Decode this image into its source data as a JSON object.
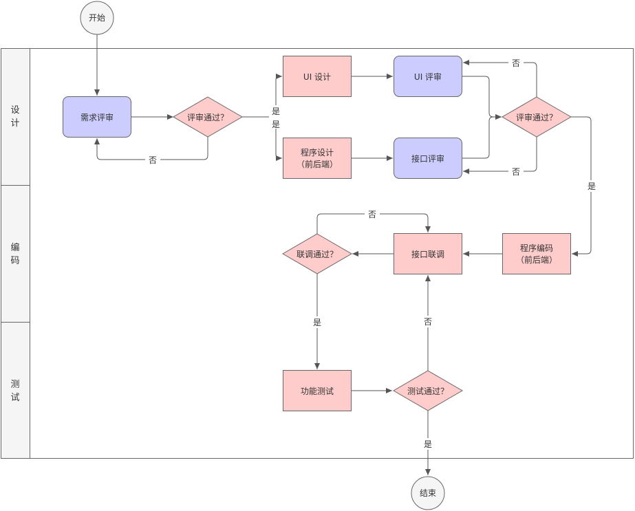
{
  "lanes": [
    {
      "id": "design",
      "label_lines": [
        "设",
        "计"
      ]
    },
    {
      "id": "coding",
      "label_lines": [
        "编",
        "码"
      ]
    },
    {
      "id": "testing",
      "label_lines": [
        "测",
        "试"
      ]
    }
  ],
  "nodes": {
    "start": {
      "lines": [
        "开始"
      ]
    },
    "req_review": {
      "lines": [
        "需求评审"
      ]
    },
    "review_pass_1": {
      "lines": [
        "评审通过？"
      ]
    },
    "ui_design": {
      "lines": [
        "UI 设计"
      ]
    },
    "prog_design": {
      "lines": [
        "程序设计",
        "（前后端）"
      ]
    },
    "ui_review": {
      "lines": [
        "UI 评审"
      ]
    },
    "api_review": {
      "lines": [
        "接口评审"
      ]
    },
    "review_pass_2": {
      "lines": [
        "评审通过？"
      ]
    },
    "prog_coding": {
      "lines": [
        "程序编码",
        "（前后端）"
      ]
    },
    "api_integration": {
      "lines": [
        "接口联调"
      ]
    },
    "integration_pass": {
      "lines": [
        "联调通过？"
      ]
    },
    "func_test": {
      "lines": [
        "功能测试"
      ]
    },
    "test_pass": {
      "lines": [
        "测试通过？"
      ]
    },
    "end": {
      "lines": [
        "结束"
      ]
    }
  },
  "edge_labels": {
    "review1_no": "否",
    "review1_yes_top": "是",
    "review1_yes_bottom": "是",
    "review2_no_top": "否",
    "review2_no_bottom": "否",
    "review2_yes": "是",
    "integration_no": "否",
    "integration_yes": "是",
    "test_no": "否",
    "test_yes": "是"
  },
  "colors": {
    "review_fill": "#ccccff",
    "task_fill": "#ffcccc",
    "terminal_fill": "#f5f5f5",
    "lane_header_fill": "#f5f5f5",
    "stroke": "#666666"
  }
}
